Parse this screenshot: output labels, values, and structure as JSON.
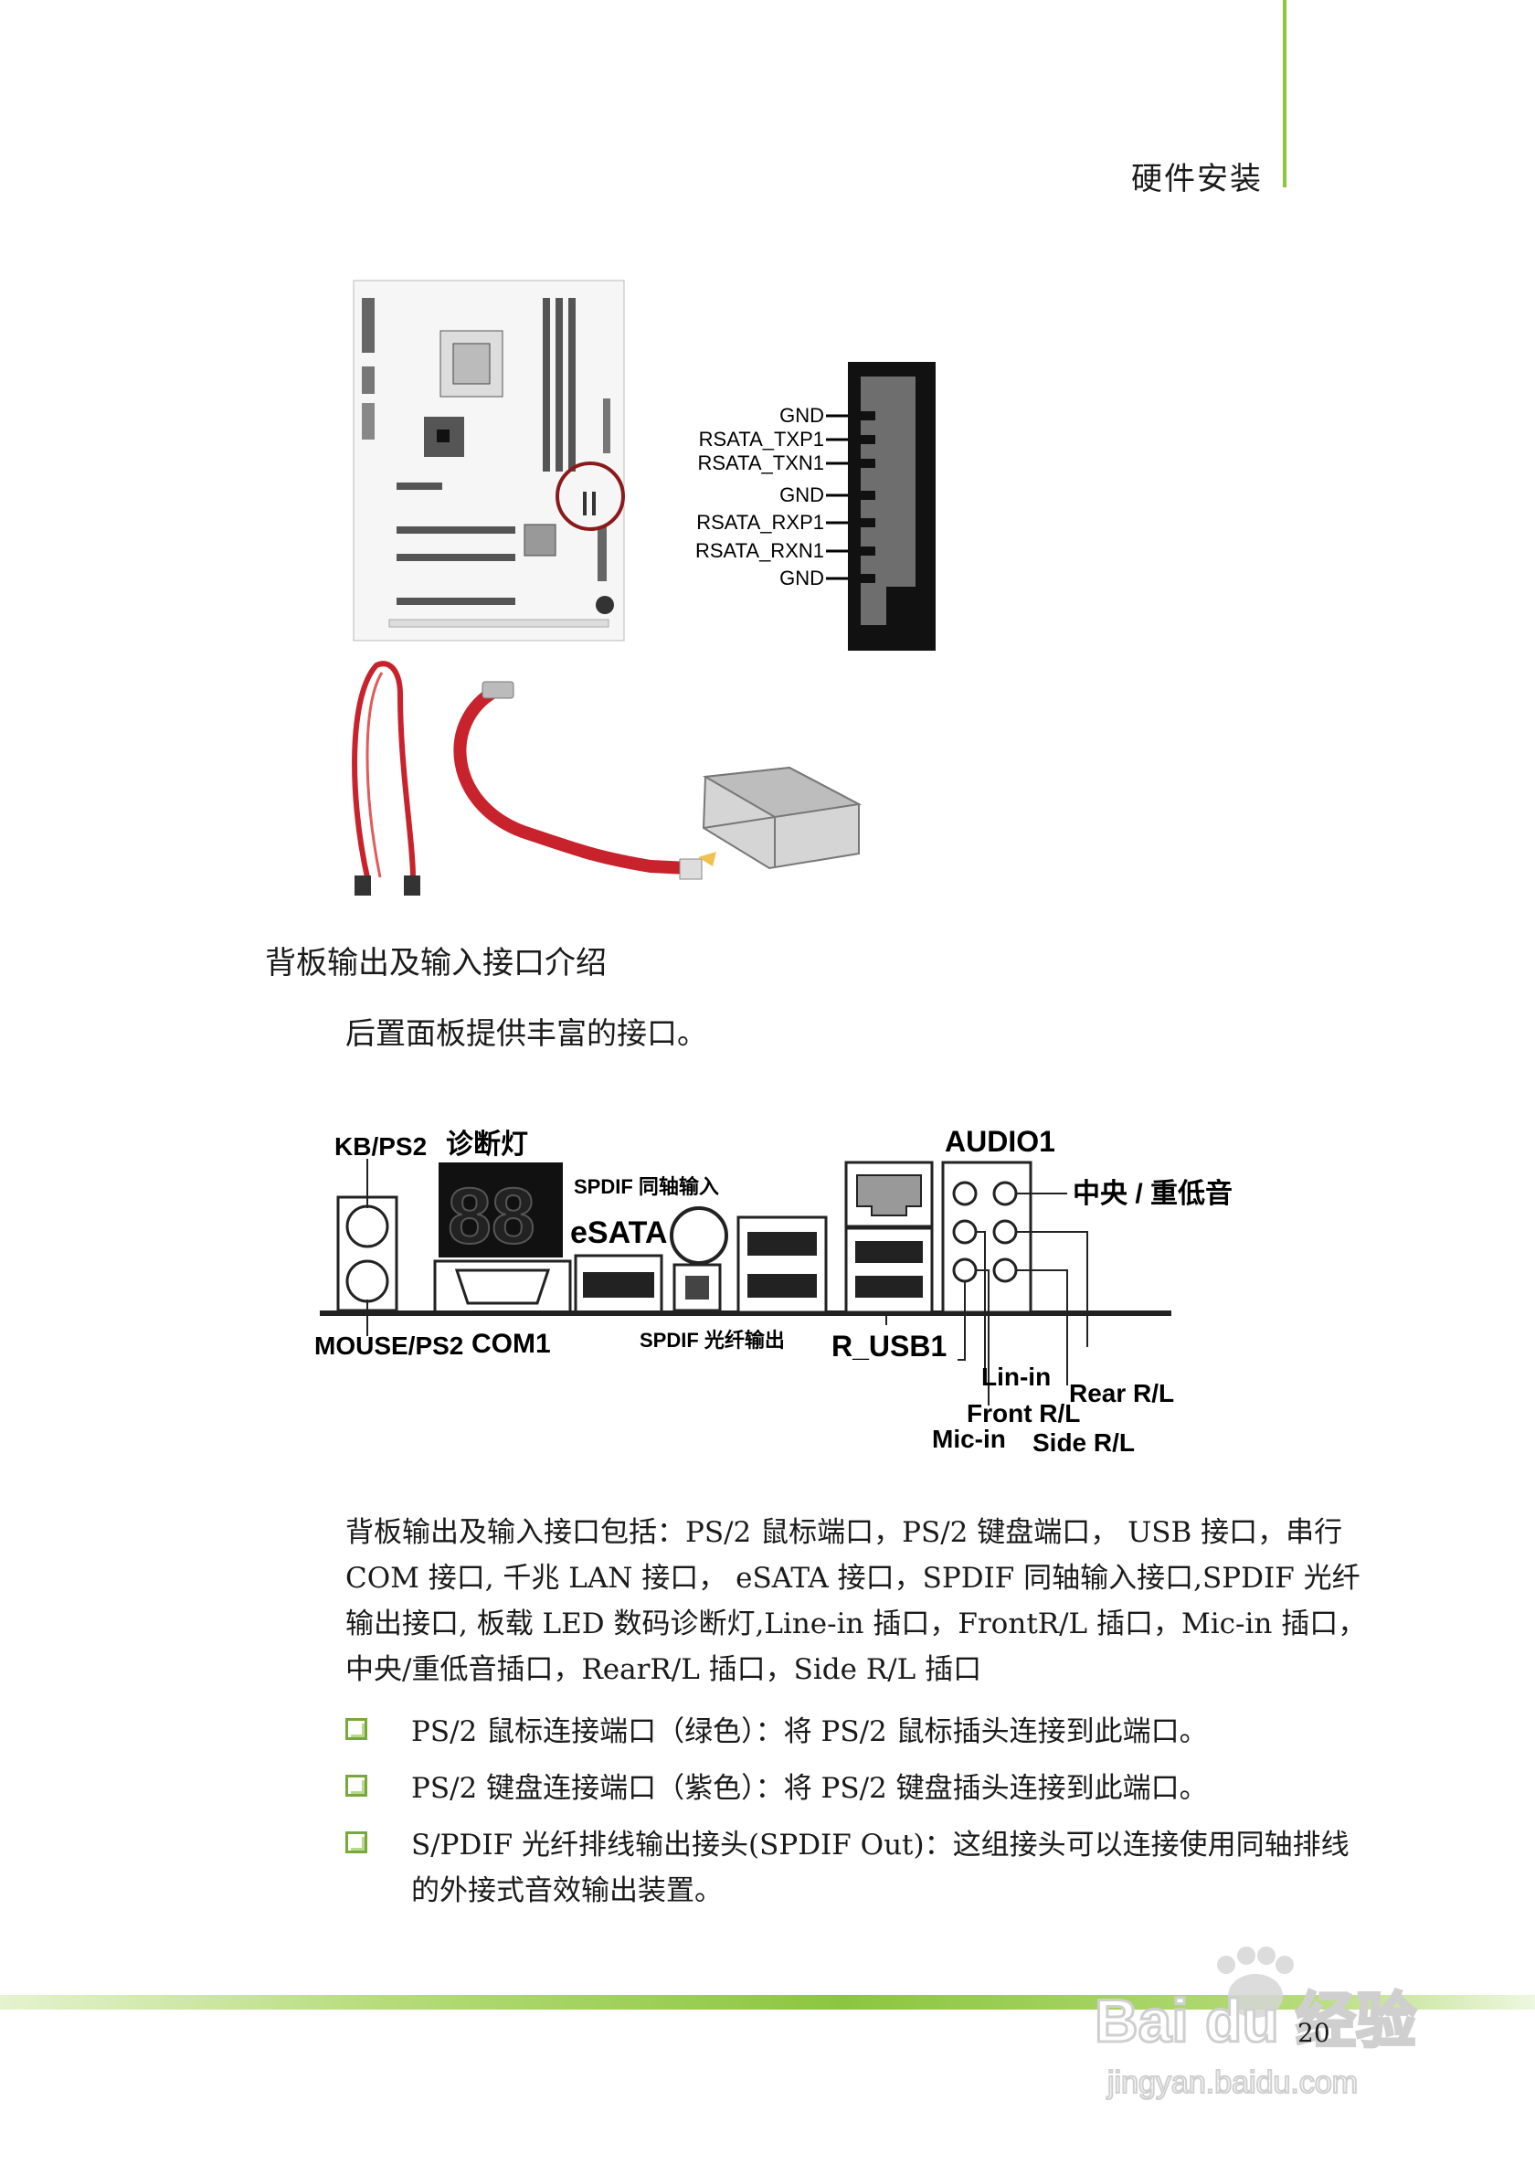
{
  "header": {
    "title": "硬件安装",
    "accent": "#8cc63f"
  },
  "sata_pins": [
    "GND",
    "RSATA_TXP1",
    "RSATA_TXN1",
    "GND",
    "RSATA_RXP1",
    "RSATA_RXN1",
    "GND"
  ],
  "section": {
    "title": "背板输出及输入接口介绍",
    "intro": "后置面板提供丰富的接口。"
  },
  "io_labels": {
    "kb": "KB/PS2",
    "mouse": "MOUSE/PS2",
    "diag_led": "诊断灯",
    "com": "COM1",
    "spdif_coax": "SPDIF 同轴输入",
    "esata": "eSATA",
    "spdif_opt": "SPDIF 光纤输出",
    "usb": "R_USB1",
    "audio": "AUDIO1",
    "center_bass": "中央 / 重低音",
    "line_in": "Lin-in",
    "rear": "Rear R/L",
    "front": "Front R/L",
    "mic": "Mic-in",
    "side": "Side R/L"
  },
  "description": "背板输出及输入接口包括：PS/2 鼠标端口，PS/2 键盘端口， USB 接口，串行 COM 接口, 千兆 LAN 接口， eSATA 接口，SPDIF 同轴输入接口,SPDIF 光纤输出接口, 板载 LED 数码诊断灯,Line-in 插口，FrontR/L 插口，Mic-in 插口，中央/重低音插口，RearR/L 插口，Side R/L 插口",
  "bullets": [
    "PS/2 鼠标连接端口（绿色）：将 PS/2 鼠标插头连接到此端口。",
    "PS/2 键盘连接端口（紫色）：将 PS/2 键盘插头连接到此端口。",
    "S/PDIF 光纤排线输出接头(SPDIF Out)：这组接头可以连接使用同轴排线的外接式音效输出装置。"
  ],
  "footer": {
    "page_number": "20"
  },
  "watermark": {
    "brand": "Bai du 经验",
    "url": "jingyan.baidu.com"
  }
}
